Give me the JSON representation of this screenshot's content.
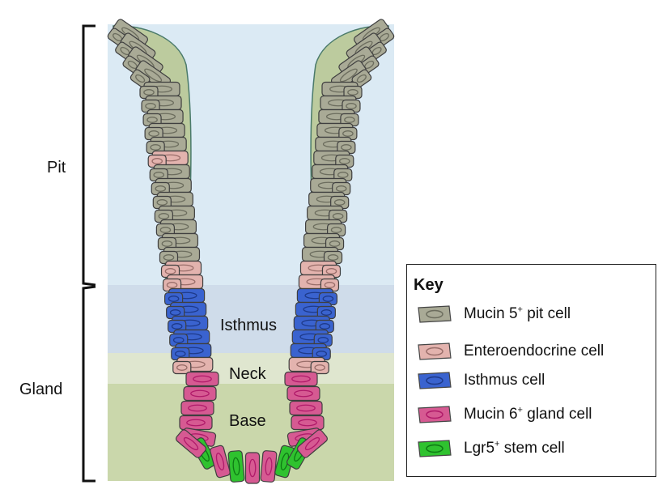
{
  "regions": {
    "pit": "Pit",
    "gland": "Gland"
  },
  "zones": {
    "isthmus": "Isthmus",
    "neck": "Neck",
    "base": "Base"
  },
  "key": {
    "title": "Key",
    "items": [
      {
        "name": "Mucin 5",
        "sup": "+",
        "rest": " pit cell",
        "fill": "#a9aa96",
        "nucleus": "#6c6d5e"
      },
      {
        "name": "Enteroendocrine cell",
        "sup": "",
        "rest": "",
        "fill": "#e3b3ae",
        "nucleus": "#9a6e6a"
      },
      {
        "name": "Isthmus cell",
        "sup": "",
        "rest": "",
        "fill": "#3a63cf",
        "nucleus": "#1e3a8a"
      },
      {
        "name": "Mucin 6",
        "sup": "+",
        "rest": " gland cell",
        "fill": "#d65a92",
        "nucleus": "#b01a6a"
      },
      {
        "name": "Lgr5",
        "sup": "+",
        "rest": " stem cell",
        "fill": "#2fc22f",
        "nucleus": "#0e7a14"
      }
    ]
  },
  "colors": {
    "pit_bg": "#dbeaf4",
    "isthmus_bg": "#cfdcea",
    "neck_bg": "#dfe6cf",
    "base_bg": "#cad7ab",
    "mucus": "#bccb9e"
  }
}
